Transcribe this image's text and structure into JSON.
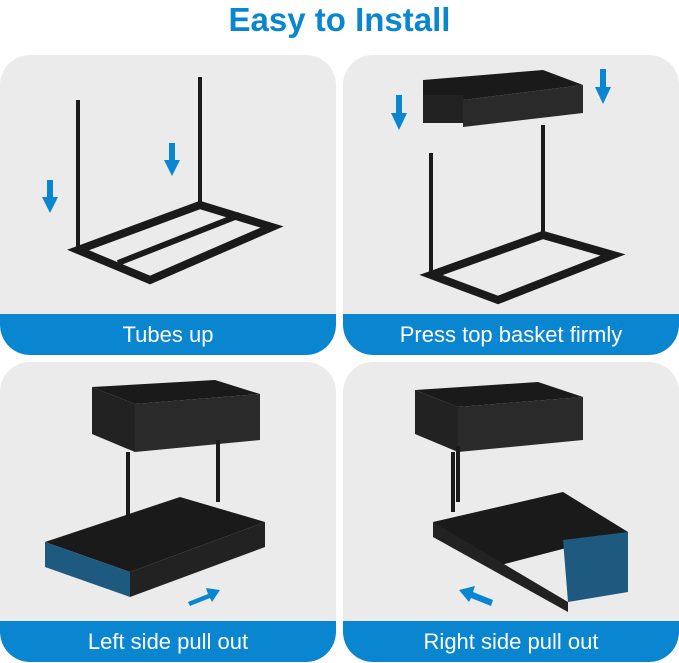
{
  "title": "Easy to Install",
  "steps": [
    {
      "label": "Tubes up"
    },
    {
      "label": "Press top basket firmly"
    },
    {
      "label": "Left side pull out"
    },
    {
      "label": "Right side pull out"
    }
  ],
  "colors": {
    "accent": "#0a86d0",
    "panel": "#ebebeb",
    "product": "#1a1a1a"
  }
}
